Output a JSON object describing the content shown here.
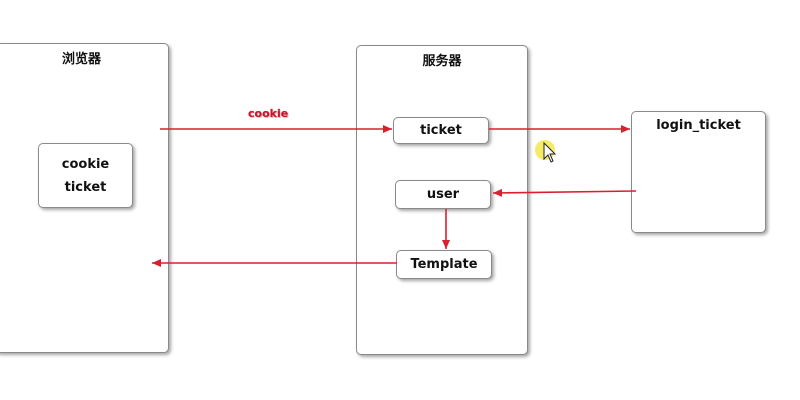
{
  "panels": {
    "browser_title": "浏览器",
    "server_title": "服务器"
  },
  "nodes": {
    "browser_cookie": "cookie",
    "browser_ticket": "ticket",
    "ticket": "ticket",
    "user": "user",
    "template": "Template",
    "login_ticket": "login_ticket"
  },
  "edges": {
    "cookie_label": "cookie"
  },
  "colors": {
    "arrow": "#d9202f",
    "border": "#8a8a8a",
    "cursor_glow": "#f5e84a"
  }
}
